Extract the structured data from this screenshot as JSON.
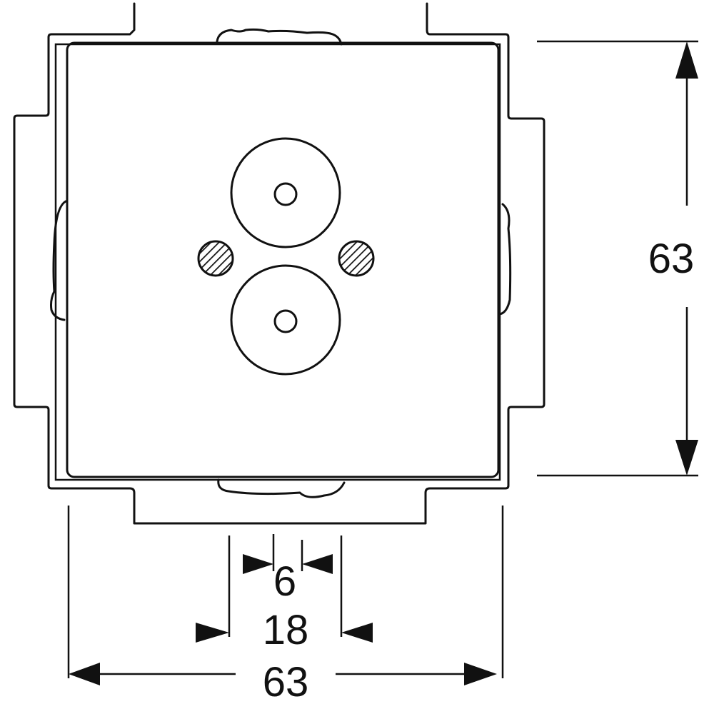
{
  "dimensions": {
    "height_value": "63",
    "width_value": "63",
    "center_spacing_value": "18",
    "hole_gap_value": "6"
  },
  "colors": {
    "line": "#111111",
    "background": "#ffffff"
  }
}
